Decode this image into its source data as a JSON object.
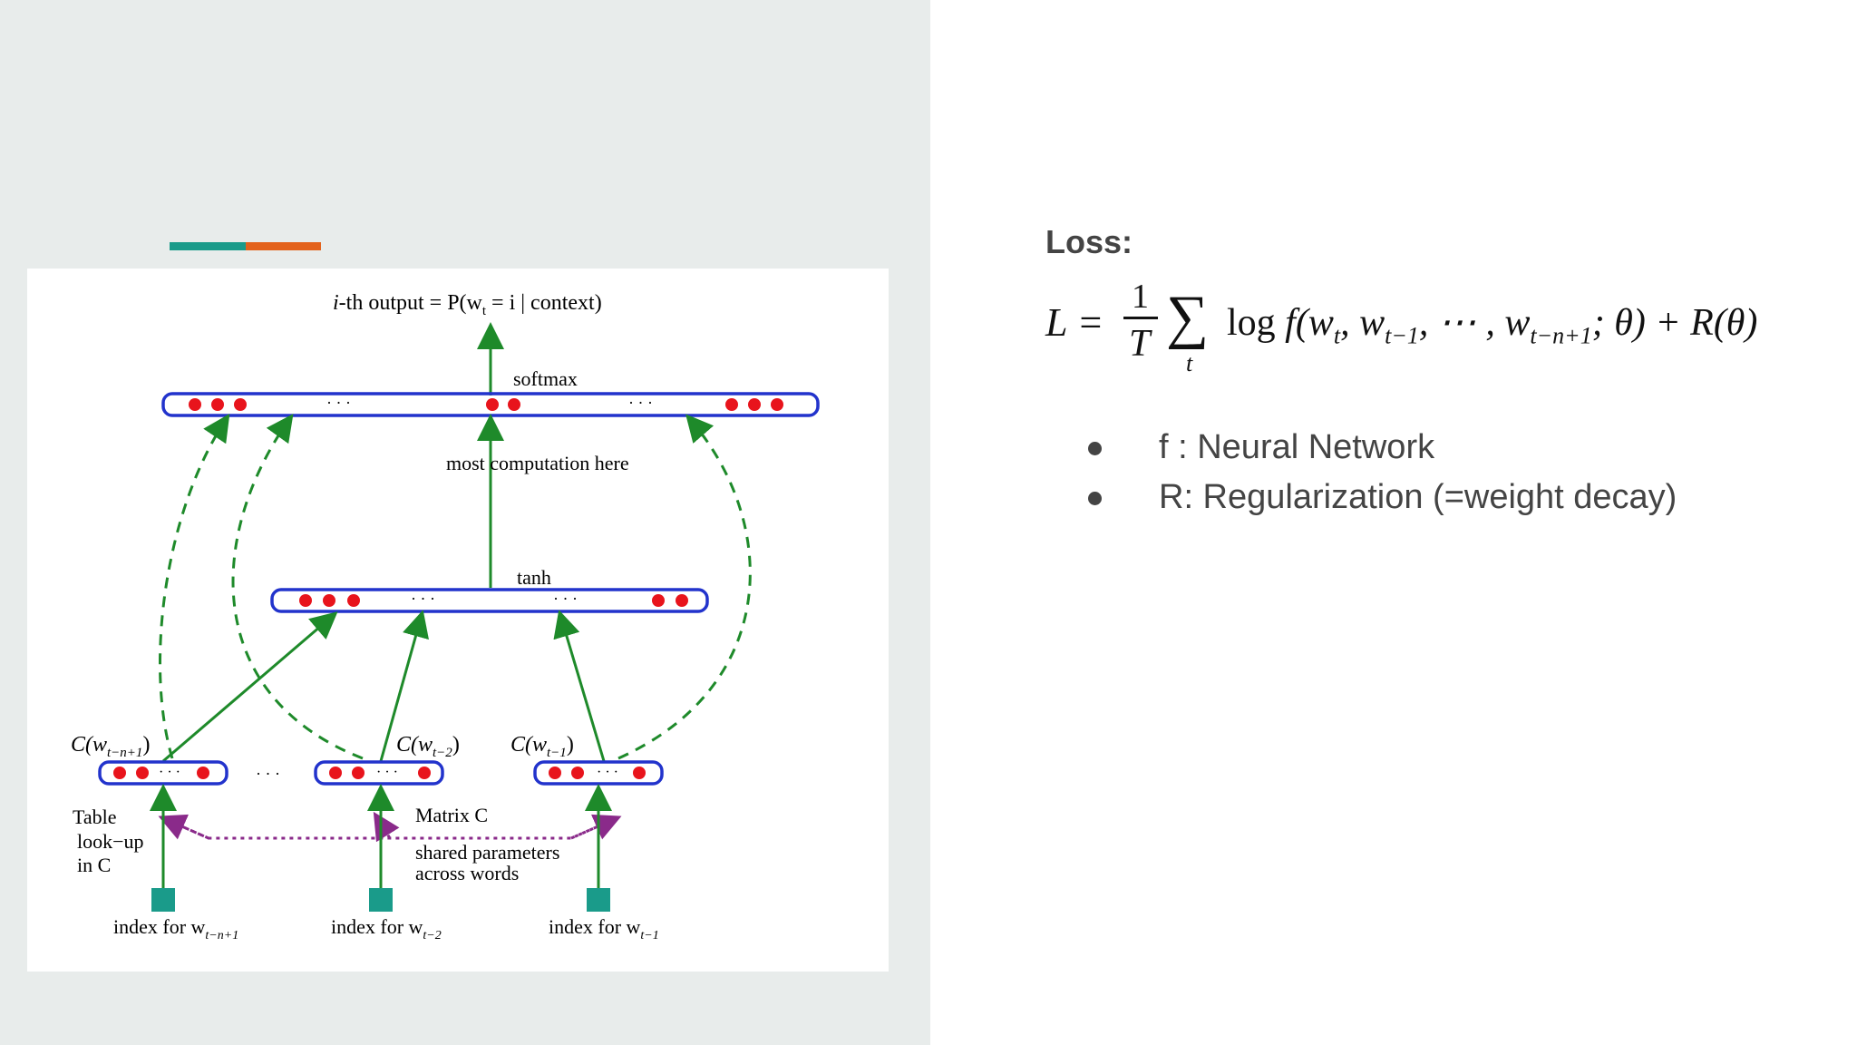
{
  "slide": {
    "accent_colors": {
      "teal": "#1a9b8a",
      "orange": "#e3621c"
    },
    "loss": {
      "title": "Loss:",
      "formula": {
        "lhs": "L =",
        "numerator": "1",
        "denominator": "T",
        "sum": "∑",
        "sum_index": "t",
        "log": "log",
        "func_open": "f(w",
        "sub_t": "t",
        "comma1": ", w",
        "sub_t1": "t−1",
        "dots": ", ⋯ , w",
        "sub_tn1": "t−n+1",
        "theta_tail": "; θ) + R(θ)"
      },
      "bullets": [
        "f : Neural Network",
        "R: Regularization (=weight decay)"
      ]
    },
    "diagram": {
      "output_prefix": "i",
      "output_mid": "-th output = P(w",
      "output_sub": "t",
      "output_tail": " = i | context)",
      "softmax_label": "softmax",
      "computation_label": "most  computation here",
      "tanh_label": "tanh",
      "ellipsis": "· · ·",
      "c_prefix": "C(w",
      "c_close": ")",
      "c_subs": [
        "t−n+1",
        "t−2",
        "t−1"
      ],
      "table_lookup": [
        "Table",
        "look−up",
        "in C"
      ],
      "matrix_label": "Matrix C",
      "shared_params": [
        "shared parameters",
        "across words"
      ],
      "index_prefix": "index for  w",
      "index_subs": [
        "t−n+1",
        "t−2",
        "t−1"
      ],
      "colors": {
        "box": "#2233cc",
        "dot": "#e8141c",
        "arrow": "#1e8a2a",
        "matrix": "#8a2a8a",
        "index": "#1a9b8a"
      }
    }
  }
}
